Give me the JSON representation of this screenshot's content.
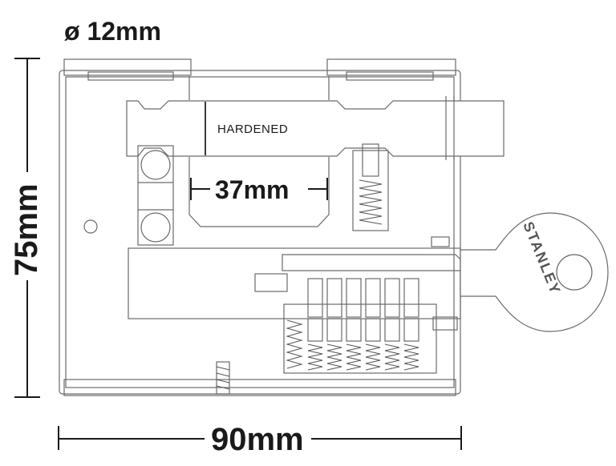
{
  "diagram": {
    "shackle_diameter_label": "ø 12mm",
    "height_label": "75mm",
    "width_label": "90mm",
    "clearance_label": "37mm",
    "hardened_label": "HARDENED",
    "key_brand_label": "STANLEY"
  }
}
